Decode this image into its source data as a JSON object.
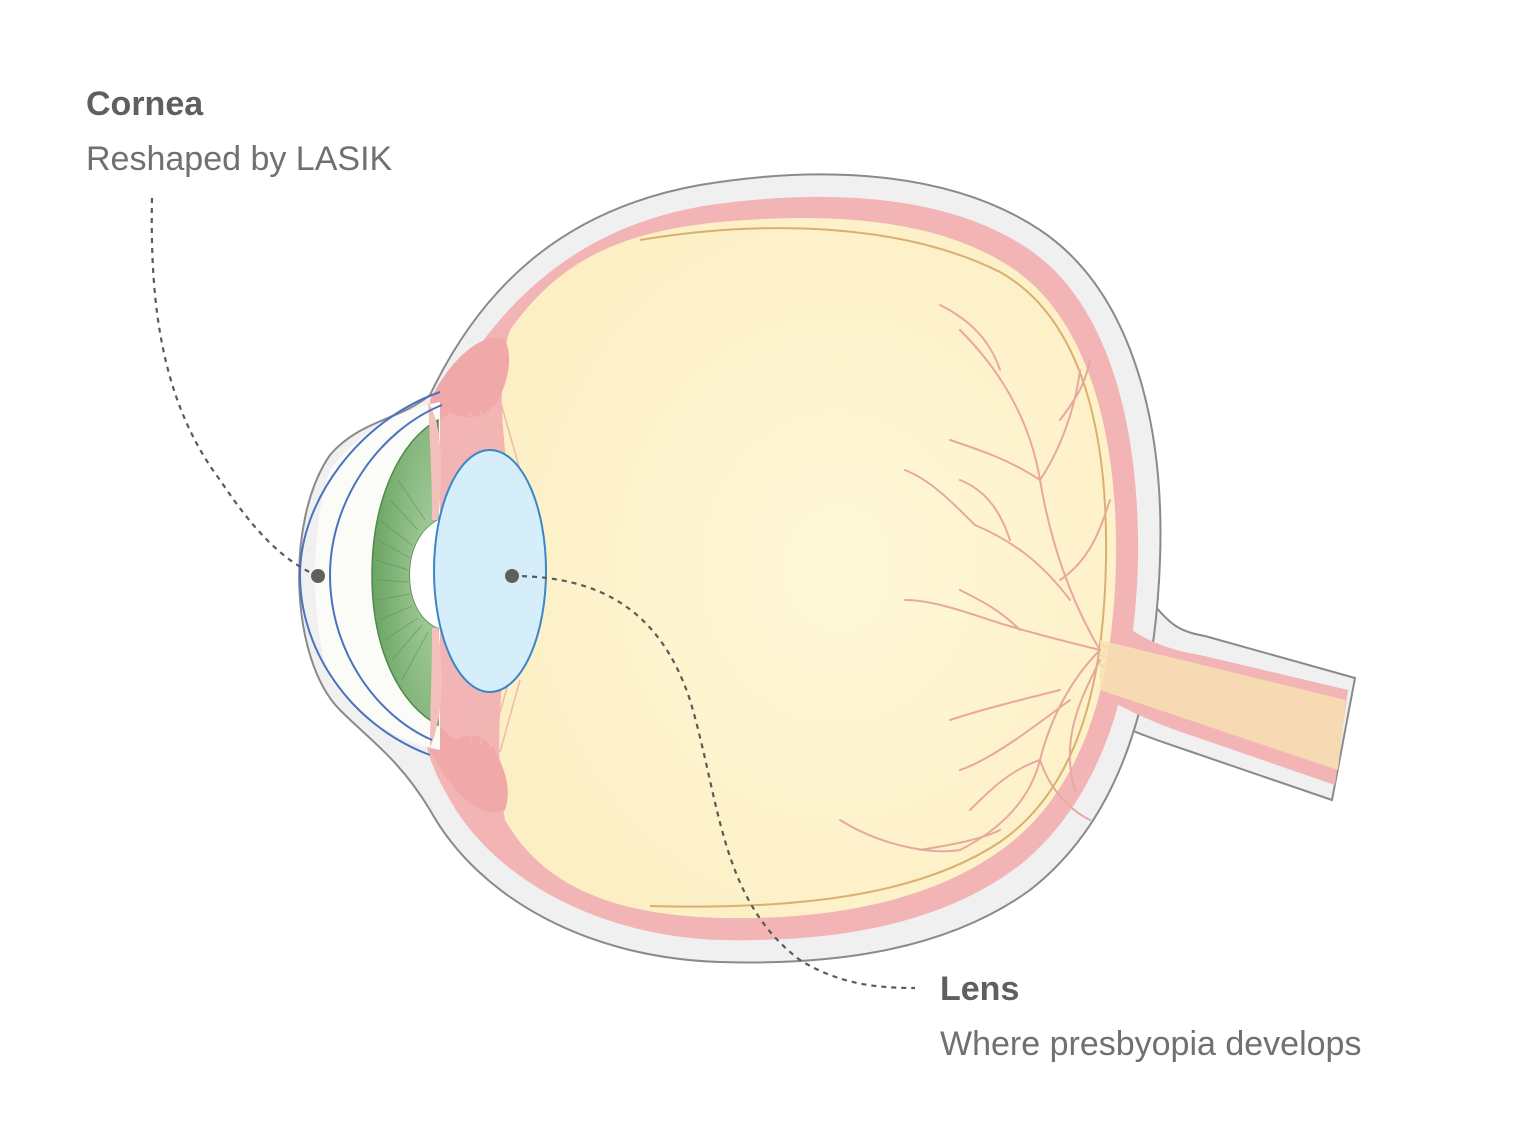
{
  "labels": {
    "cornea": {
      "title": "Cornea",
      "description": "Reshaped by LASIK"
    },
    "lens": {
      "title": "Lens",
      "description": "Where presbyopia develops"
    }
  },
  "colors": {
    "label_title": "#5f5f5f",
    "label_text": "#707070",
    "leader_line": "#5a5a5a",
    "sclera_outer": "#f0f0f0",
    "sclera_stroke": "#8a8a8a",
    "choroid": "#f2b4b4",
    "vitreous": "#fdf4d0",
    "retina_line": "#d9b070",
    "cornea_stroke": "#4a72c0",
    "iris": "#7fb27a",
    "iris_dark": "#4f8a4a",
    "lens_fill": "#d6eefa",
    "lens_stroke": "#3a86c8",
    "vessels": "#e8a8a0",
    "optic_nerve": "#f6d9a8"
  },
  "icons": {
    "cornea_marker": "dot-marker-icon",
    "lens_marker": "dot-marker-icon"
  }
}
